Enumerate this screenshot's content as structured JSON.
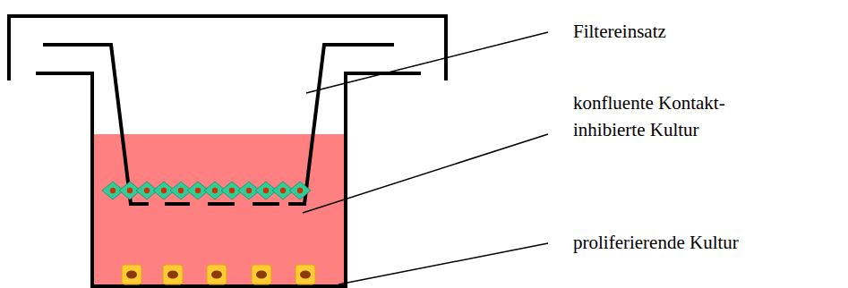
{
  "diagram": {
    "labels": [
      "Filtereinsatz",
      "konfluente Kontakt- inhibierte Kultur",
      "proliferierende Kultur"
    ]
  }
}
